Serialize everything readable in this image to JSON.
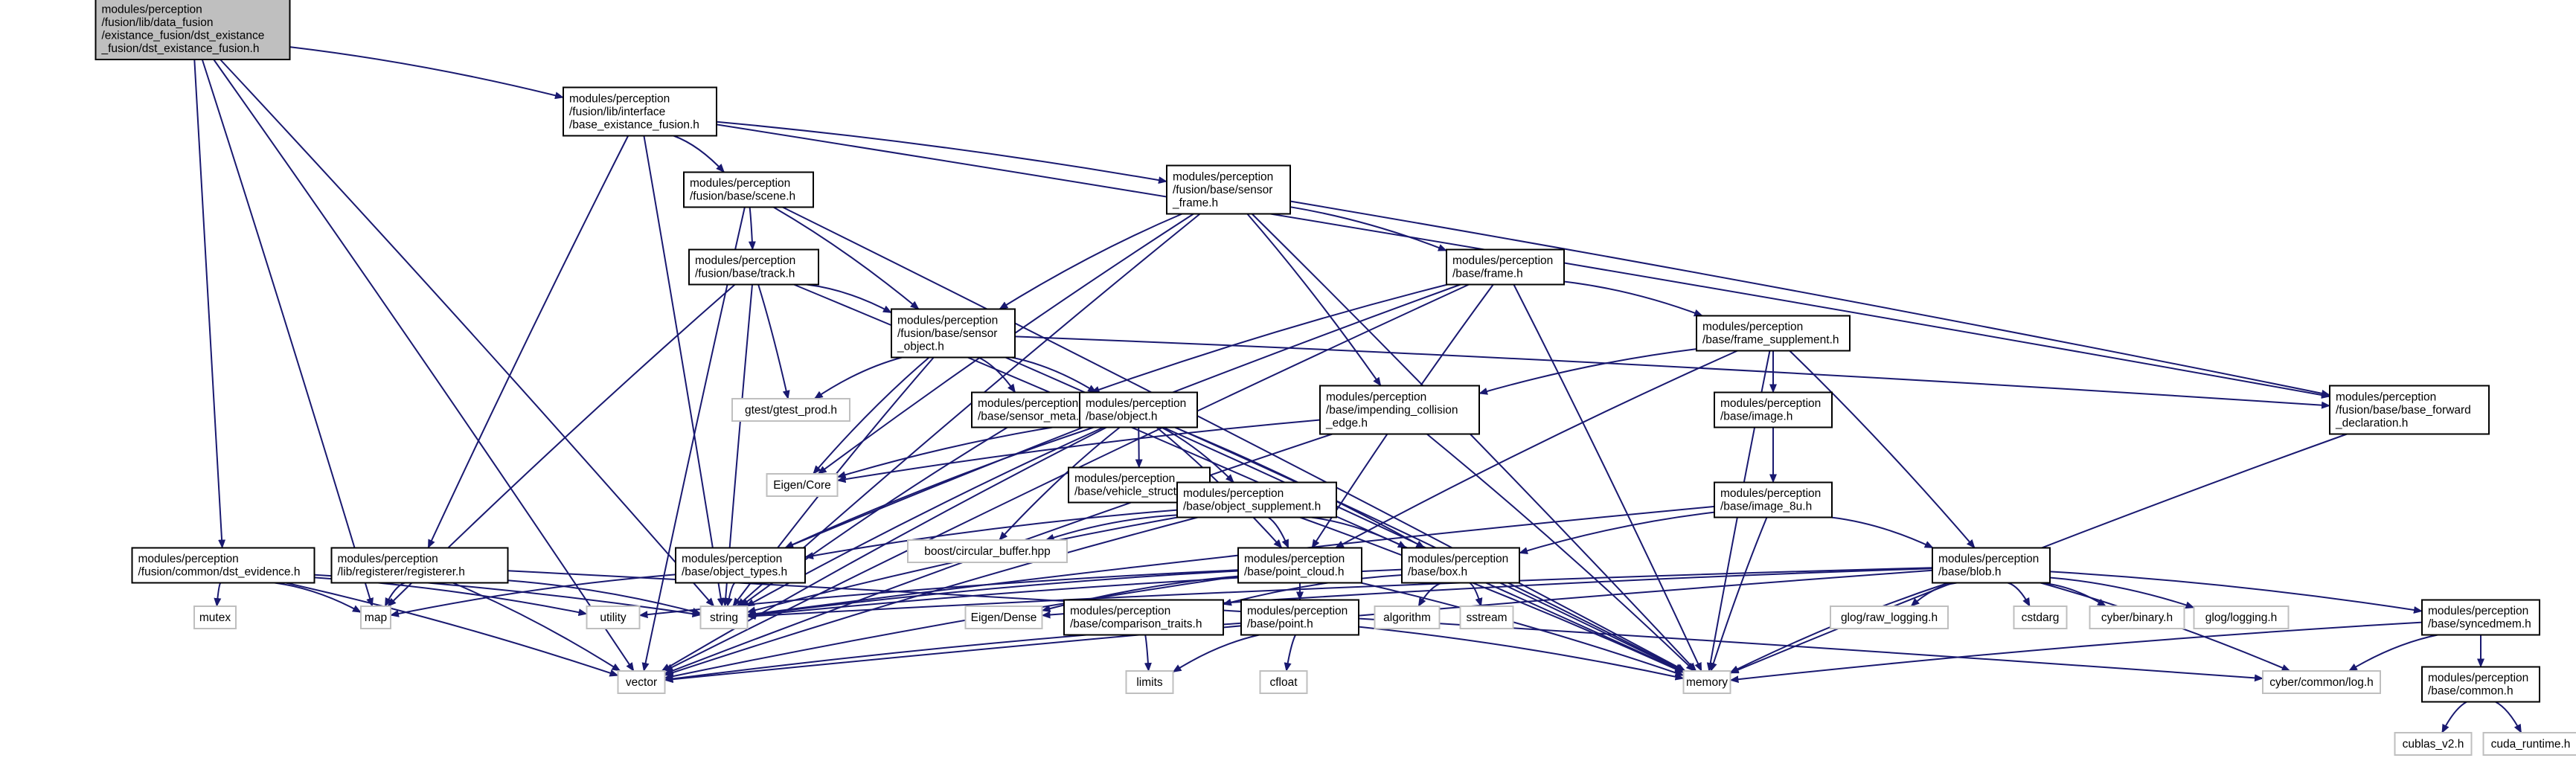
{
  "graph": {
    "type": "include-dependency-graph",
    "colors": {
      "edge": "#191970",
      "root_fill": "#bfbfbf",
      "box_stroke": "#000000",
      "external_stroke": "#bfbfbf",
      "text": "#000000"
    },
    "nodes": [
      {
        "id": "root",
        "kind": "root",
        "lines": [
          "modules/perception",
          "/fusion/lib/data_fusion",
          "/existance_fusion/dst_existance",
          "_fusion/dst_existance_fusion.h"
        ]
      },
      {
        "id": "base_existance",
        "kind": "file",
        "lines": [
          "modules/perception",
          "/fusion/lib/interface",
          "/base_existance_fusion.h"
        ]
      },
      {
        "id": "scene",
        "kind": "file",
        "lines": [
          "modules/perception",
          "/fusion/base/scene.h"
        ]
      },
      {
        "id": "sensor_frame",
        "kind": "file",
        "lines": [
          "modules/perception",
          "/fusion/base/sensor",
          "_frame.h"
        ]
      },
      {
        "id": "track",
        "kind": "file",
        "lines": [
          "modules/perception",
          "/fusion/base/track.h"
        ]
      },
      {
        "id": "base_frame",
        "kind": "file",
        "lines": [
          "modules/perception",
          "/base/frame.h"
        ]
      },
      {
        "id": "sensor_object",
        "kind": "file",
        "lines": [
          "modules/perception",
          "/fusion/base/sensor",
          "_object.h"
        ]
      },
      {
        "id": "frame_supplement",
        "kind": "file",
        "lines": [
          "modules/perception",
          "/base/frame_supplement.h"
        ]
      },
      {
        "id": "forward_decl",
        "kind": "file",
        "lines": [
          "modules/perception",
          "/fusion/base/base_forward",
          "_declaration.h"
        ]
      },
      {
        "id": "gtest",
        "kind": "external",
        "lines": [
          "gtest/gtest_prod.h"
        ]
      },
      {
        "id": "sensor_meta",
        "kind": "file",
        "lines": [
          "modules/perception",
          "/base/sensor_meta.h"
        ]
      },
      {
        "id": "object",
        "kind": "file",
        "lines": [
          "modules/perception",
          "/base/object.h"
        ]
      },
      {
        "id": "impending",
        "kind": "file",
        "lines": [
          "modules/perception",
          "/base/impending_collision",
          "_edge.h"
        ]
      },
      {
        "id": "image",
        "kind": "file",
        "lines": [
          "modules/perception",
          "/base/image.h"
        ]
      },
      {
        "id": "eigen_core",
        "kind": "external",
        "lines": [
          "Eigen/Core"
        ]
      },
      {
        "id": "vehicle_struct",
        "kind": "file",
        "lines": [
          "modules/perception",
          "/base/vehicle_struct.h"
        ]
      },
      {
        "id": "object_supplement",
        "kind": "file",
        "lines": [
          "modules/perception",
          "/base/object_supplement.h"
        ]
      },
      {
        "id": "image_8u",
        "kind": "file",
        "lines": [
          "modules/perception",
          "/base/image_8u.h"
        ]
      },
      {
        "id": "dst_evidence",
        "kind": "file",
        "lines": [
          "modules/perception",
          "/fusion/common/dst_evidence.h"
        ]
      },
      {
        "id": "registerer",
        "kind": "file",
        "lines": [
          "modules/perception",
          "/lib/registerer/registerer.h"
        ]
      },
      {
        "id": "object_types",
        "kind": "file",
        "lines": [
          "modules/perception",
          "/base/object_types.h"
        ]
      },
      {
        "id": "circular_buffer",
        "kind": "external",
        "lines": [
          "boost/circular_buffer.hpp"
        ]
      },
      {
        "id": "point_cloud",
        "kind": "file",
        "lines": [
          "modules/perception",
          "/base/point_cloud.h"
        ]
      },
      {
        "id": "box",
        "kind": "file",
        "lines": [
          "modules/perception",
          "/base/box.h"
        ]
      },
      {
        "id": "blob",
        "kind": "file",
        "lines": [
          "modules/perception",
          "/base/blob.h"
        ]
      },
      {
        "id": "mutex",
        "kind": "external",
        "lines": [
          "mutex"
        ]
      },
      {
        "id": "map",
        "kind": "external",
        "lines": [
          "map"
        ]
      },
      {
        "id": "utility",
        "kind": "external",
        "lines": [
          "utility"
        ]
      },
      {
        "id": "string",
        "kind": "external",
        "lines": [
          "string"
        ]
      },
      {
        "id": "eigen_dense",
        "kind": "external",
        "lines": [
          "Eigen/Dense"
        ]
      },
      {
        "id": "comparison_traits",
        "kind": "file",
        "lines": [
          "modules/perception",
          "/base/comparison_traits.h"
        ]
      },
      {
        "id": "point",
        "kind": "file",
        "lines": [
          "modules/perception",
          "/base/point.h"
        ]
      },
      {
        "id": "algorithm",
        "kind": "external",
        "lines": [
          "algorithm"
        ]
      },
      {
        "id": "sstream",
        "kind": "external",
        "lines": [
          "sstream"
        ]
      },
      {
        "id": "glog_raw",
        "kind": "external",
        "lines": [
          "glog/raw_logging.h"
        ]
      },
      {
        "id": "cstdarg",
        "kind": "external",
        "lines": [
          "cstdarg"
        ]
      },
      {
        "id": "cyber_binary",
        "kind": "external",
        "lines": [
          "cyber/binary.h"
        ]
      },
      {
        "id": "glog_logging",
        "kind": "external",
        "lines": [
          "glog/logging.h"
        ]
      },
      {
        "id": "syncedmem",
        "kind": "file",
        "lines": [
          "modules/perception",
          "/base/syncedmem.h"
        ]
      },
      {
        "id": "vector",
        "kind": "external",
        "lines": [
          "vector"
        ]
      },
      {
        "id": "limits",
        "kind": "external",
        "lines": [
          "limits"
        ]
      },
      {
        "id": "cfloat",
        "kind": "external",
        "lines": [
          "cfloat"
        ]
      },
      {
        "id": "memory",
        "kind": "external",
        "lines": [
          "memory"
        ]
      },
      {
        "id": "cyber_log",
        "kind": "external",
        "lines": [
          "cyber/common/log.h"
        ]
      },
      {
        "id": "common",
        "kind": "file",
        "lines": [
          "modules/perception",
          "/base/common.h"
        ]
      },
      {
        "id": "cublas",
        "kind": "external",
        "lines": [
          "cublas_v2.h"
        ]
      },
      {
        "id": "cuda_runtime",
        "kind": "external",
        "lines": [
          "cuda_runtime.h"
        ]
      }
    ],
    "edges": [
      {
        "from": "root",
        "to": "base_existance"
      },
      {
        "from": "root",
        "to": "dst_evidence"
      },
      {
        "from": "root",
        "to": "vector"
      },
      {
        "from": "root",
        "to": "map"
      },
      {
        "from": "root",
        "to": "string"
      },
      {
        "from": "base_existance",
        "to": "scene"
      },
      {
        "from": "base_existance",
        "to": "sensor_frame"
      },
      {
        "from": "base_existance",
        "to": "forward_decl"
      },
      {
        "from": "base_existance",
        "to": "registerer"
      },
      {
        "from": "base_existance",
        "to": "string"
      },
      {
        "from": "scene",
        "to": "track"
      },
      {
        "from": "scene",
        "to": "sensor_object"
      },
      {
        "from": "scene",
        "to": "vector"
      },
      {
        "from": "scene",
        "to": "memory"
      },
      {
        "from": "sensor_frame",
        "to": "base_frame"
      },
      {
        "from": "sensor_frame",
        "to": "sensor_object"
      },
      {
        "from": "sensor_frame",
        "to": "forward_decl"
      },
      {
        "from": "sensor_frame",
        "to": "impending"
      },
      {
        "from": "sensor_frame",
        "to": "eigen_core"
      },
      {
        "from": "sensor_frame",
        "to": "string"
      },
      {
        "from": "sensor_frame",
        "to": "memory"
      },
      {
        "from": "track",
        "to": "sensor_object"
      },
      {
        "from": "track",
        "to": "gtest"
      },
      {
        "from": "track",
        "to": "map"
      },
      {
        "from": "track",
        "to": "string"
      },
      {
        "from": "track",
        "to": "memory"
      },
      {
        "from": "base_frame",
        "to": "frame_supplement"
      },
      {
        "from": "base_frame",
        "to": "sensor_meta"
      },
      {
        "from": "base_frame",
        "to": "object_types"
      },
      {
        "from": "base_frame",
        "to": "point_cloud"
      },
      {
        "from": "base_frame",
        "to": "vector"
      },
      {
        "from": "base_frame",
        "to": "memory"
      },
      {
        "from": "sensor_object",
        "to": "gtest"
      },
      {
        "from": "sensor_object",
        "to": "sensor_meta"
      },
      {
        "from": "sensor_object",
        "to": "object"
      },
      {
        "from": "sensor_object",
        "to": "eigen_core"
      },
      {
        "from": "sensor_object",
        "to": "forward_decl"
      },
      {
        "from": "sensor_object",
        "to": "string"
      },
      {
        "from": "sensor_object",
        "to": "memory"
      },
      {
        "from": "frame_supplement",
        "to": "impending"
      },
      {
        "from": "frame_supplement",
        "to": "image"
      },
      {
        "from": "frame_supplement",
        "to": "blob"
      },
      {
        "from": "frame_supplement",
        "to": "point_cloud"
      },
      {
        "from": "frame_supplement",
        "to": "memory"
      },
      {
        "from": "forward_decl",
        "to": "memory"
      },
      {
        "from": "sensor_meta",
        "to": "string"
      },
      {
        "from": "object",
        "to": "eigen_core"
      },
      {
        "from": "object",
        "to": "vehicle_struct"
      },
      {
        "from": "object",
        "to": "object_supplement"
      },
      {
        "from": "object",
        "to": "object_types"
      },
      {
        "from": "object",
        "to": "circular_buffer"
      },
      {
        "from": "object",
        "to": "point_cloud"
      },
      {
        "from": "object",
        "to": "box"
      },
      {
        "from": "object",
        "to": "string"
      },
      {
        "from": "object",
        "to": "vector"
      },
      {
        "from": "object",
        "to": "memory"
      },
      {
        "from": "impending",
        "to": "eigen_core"
      },
      {
        "from": "impending",
        "to": "vector"
      },
      {
        "from": "impending",
        "to": "memory"
      },
      {
        "from": "image",
        "to": "image_8u"
      },
      {
        "from": "image_8u",
        "to": "blob"
      },
      {
        "from": "image_8u",
        "to": "box"
      },
      {
        "from": "image_8u",
        "to": "string"
      },
      {
        "from": "image_8u",
        "to": "memory"
      },
      {
        "from": "object_supplement",
        "to": "object_types"
      },
      {
        "from": "object_supplement",
        "to": "circular_buffer"
      },
      {
        "from": "object_supplement",
        "to": "point_cloud"
      },
      {
        "from": "object_supplement",
        "to": "box"
      },
      {
        "from": "object_supplement",
        "to": "string"
      },
      {
        "from": "object_supplement",
        "to": "vector"
      },
      {
        "from": "object_supplement",
        "to": "memory"
      },
      {
        "from": "dst_evidence",
        "to": "mutex"
      },
      {
        "from": "dst_evidence",
        "to": "map"
      },
      {
        "from": "dst_evidence",
        "to": "utility"
      },
      {
        "from": "dst_evidence",
        "to": "string"
      },
      {
        "from": "dst_evidence",
        "to": "vector"
      },
      {
        "from": "registerer",
        "to": "map"
      },
      {
        "from": "registerer",
        "to": "string"
      },
      {
        "from": "registerer",
        "to": "vector"
      },
      {
        "from": "registerer",
        "to": "cyber_log"
      },
      {
        "from": "object_types",
        "to": "map"
      },
      {
        "from": "object_types",
        "to": "string"
      },
      {
        "from": "point_cloud",
        "to": "point"
      },
      {
        "from": "point_cloud",
        "to": "eigen_dense"
      },
      {
        "from": "point_cloud",
        "to": "utility"
      },
      {
        "from": "point_cloud",
        "to": "string"
      },
      {
        "from": "point_cloud",
        "to": "vector"
      },
      {
        "from": "point_cloud",
        "to": "memory"
      },
      {
        "from": "box",
        "to": "comparison_traits"
      },
      {
        "from": "box",
        "to": "algorithm"
      },
      {
        "from": "box",
        "to": "sstream"
      },
      {
        "from": "box",
        "to": "string"
      },
      {
        "from": "blob",
        "to": "syncedmem"
      },
      {
        "from": "blob",
        "to": "glog_raw"
      },
      {
        "from": "blob",
        "to": "cstdarg"
      },
      {
        "from": "blob",
        "to": "cyber_binary"
      },
      {
        "from": "blob",
        "to": "glog_logging"
      },
      {
        "from": "blob",
        "to": "cyber_log"
      },
      {
        "from": "blob",
        "to": "eigen_dense"
      },
      {
        "from": "blob",
        "to": "string"
      },
      {
        "from": "blob",
        "to": "vector"
      },
      {
        "from": "blob",
        "to": "memory"
      },
      {
        "from": "comparison_traits",
        "to": "limits"
      },
      {
        "from": "point",
        "to": "limits"
      },
      {
        "from": "point",
        "to": "cfloat"
      },
      {
        "from": "point",
        "to": "vector"
      },
      {
        "from": "point",
        "to": "memory"
      },
      {
        "from": "syncedmem",
        "to": "common"
      },
      {
        "from": "syncedmem",
        "to": "cyber_log"
      },
      {
        "from": "syncedmem",
        "to": "memory"
      },
      {
        "from": "common",
        "to": "cublas"
      },
      {
        "from": "common",
        "to": "cuda_runtime"
      }
    ]
  }
}
